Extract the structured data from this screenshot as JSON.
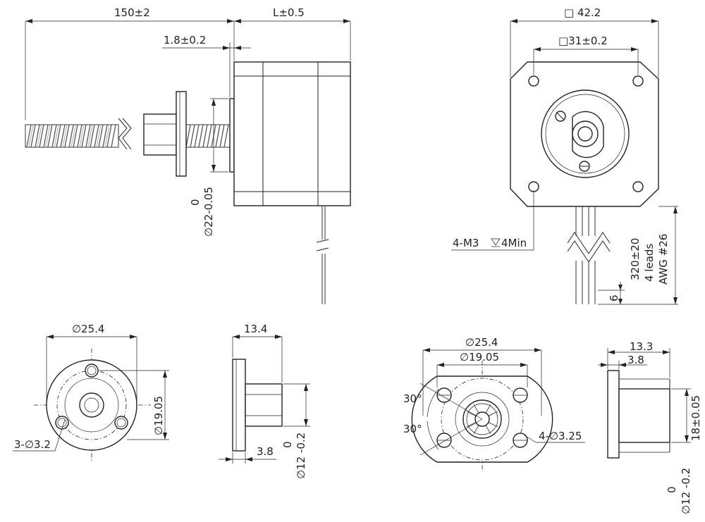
{
  "side_view": {
    "screw_length": "150±2",
    "motor_length": "L±0.5",
    "boss_height": "1.8±0.2",
    "boss_tol_upper": "0",
    "boss_diameter": "∅22-0.05"
  },
  "front_view": {
    "flange_size": "□ 42.2",
    "hole_spacing": "□31±0.2",
    "mount_holes": "4-M3",
    "mount_depth": "4Min",
    "lead_length": "320±20",
    "lead_count": "4 leads",
    "lead_gauge": "AWG #26",
    "strip_length": "6"
  },
  "nut_a_front": {
    "flange_diameter": "∅25.4",
    "bolt_circle": "∅19.05",
    "holes": "3-∅3.2"
  },
  "nut_a_side": {
    "length": "13.4",
    "flange_thickness": "3.8",
    "tol_upper": "0",
    "body_diameter": "∅12 -0.2"
  },
  "nut_b_front": {
    "flange_diameter": "∅25.4",
    "bolt_circle": "∅19.05",
    "angle_upper": "30°",
    "angle_lower": "30°",
    "holes": "4-∅3.25"
  },
  "nut_b_side": {
    "length": "13.3",
    "flange_thickness": "3.8",
    "flat_width": "18±0.05",
    "tol_upper": "0",
    "body_diameter": "∅12 -0.2"
  }
}
